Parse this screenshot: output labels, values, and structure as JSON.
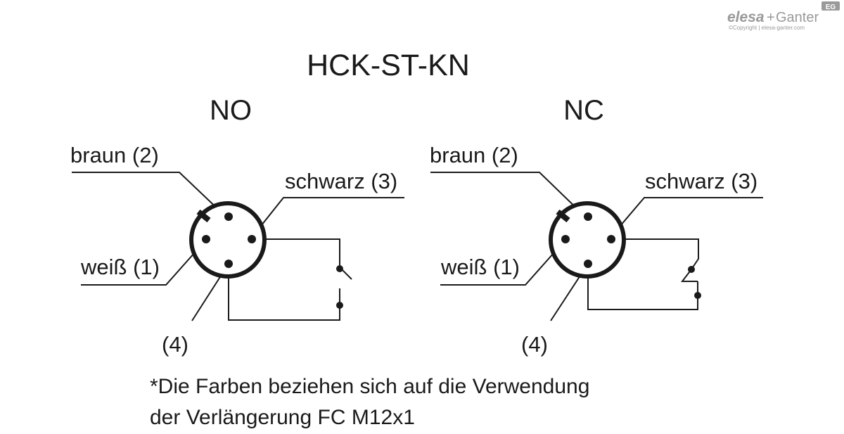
{
  "brand": {
    "logo_left": "elesa",
    "logo_plus": "+",
    "logo_right": "Ganter",
    "badge": "EG",
    "copyright": "©Copyright | elesa-ganter.com"
  },
  "title": "HCK-ST-KN",
  "diagrams": [
    {
      "heading": "NO",
      "labels": {
        "brown": "braun (2)",
        "black": "schwarz (3)",
        "white": "weiß (1)",
        "pin4": "(4)"
      }
    },
    {
      "heading": "NC",
      "labels": {
        "brown": "braun (2)",
        "black": "schwarz (3)",
        "white": "weiß (1)",
        "pin4": "(4)"
      }
    }
  ],
  "footnote": {
    "line1": "*Die Farben beziehen sich auf die Verwendung",
    "line2": "der Verlängerung FC M12x1"
  },
  "colors": {
    "ink": "#1a1a1a",
    "logo": "#9a9a9a"
  }
}
